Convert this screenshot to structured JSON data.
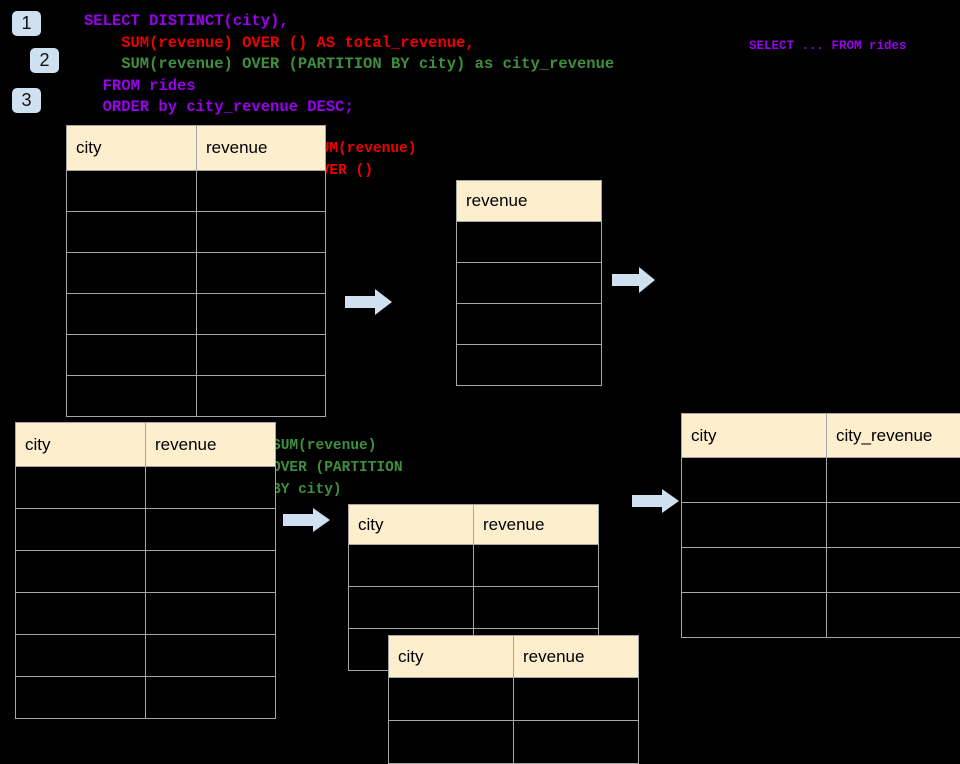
{
  "background_color": "#000000",
  "palette": {
    "badge_bg": "#cfe0f0",
    "badge_text": "#111111",
    "table_header_bg": "#fdeecd",
    "table_border": "#a6a6a6",
    "arrow_fill": "#cfe0f0",
    "sql_purple": "#9900ee",
    "sql_red": "#ee0000",
    "sql_green": "#3f8f3f"
  },
  "badges": [
    {
      "label": "1"
    },
    {
      "label": "2"
    },
    {
      "label": "3"
    }
  ],
  "sql": {
    "line1": "SELECT DISTINCT(city),",
    "line2": "    SUM(revenue) OVER () AS total_revenue,",
    "line3": "    SUM(revenue) OVER (PARTITION BY city) as city_revenue",
    "line4": "  FROM rides",
    "line5": "  ORDER by city_revenue DESC;",
    "side_note": "SELECT ... FROM rides"
  },
  "annotations": {
    "total_revenue": "SUM(revenue)\nOVER ()",
    "partition_by_city": "SUM(revenue)\nOVER (PARTITION\nBY city)"
  },
  "tables": {
    "rides": {
      "name": "rides",
      "headers": [
        "city",
        "revenue"
      ],
      "row_count": 6,
      "rows": [
        [
          "",
          ""
        ],
        [
          "",
          ""
        ],
        [
          "",
          ""
        ],
        [
          "",
          ""
        ],
        [
          "",
          ""
        ],
        [
          "",
          ""
        ]
      ]
    },
    "total_revenue": {
      "name": "total_revenue",
      "headers": [
        "revenue"
      ],
      "row_count": 4,
      "rows": [
        [
          ""
        ],
        [
          ""
        ],
        [
          ""
        ],
        [
          ""
        ]
      ]
    },
    "rides_2": {
      "name": "rides",
      "headers": [
        "city",
        "revenue"
      ],
      "row_count": 6,
      "rows": [
        [
          "",
          ""
        ],
        [
          "",
          ""
        ],
        [
          "",
          ""
        ],
        [
          "",
          ""
        ],
        [
          "",
          ""
        ],
        [
          "",
          ""
        ]
      ]
    },
    "partition_back": {
      "name": "partition-back",
      "headers": [
        "city",
        "revenue"
      ],
      "row_count": 3,
      "rows": [
        [
          "",
          ""
        ],
        [
          "",
          ""
        ],
        [
          "",
          ""
        ]
      ]
    },
    "partition_front": {
      "name": "partition-front",
      "headers": [
        "city",
        "revenue"
      ],
      "row_count": 2,
      "rows": [
        [
          "",
          ""
        ],
        [
          "",
          ""
        ]
      ]
    },
    "result": {
      "name": "result",
      "headers": [
        "city",
        "city_revenue"
      ],
      "row_count": 4,
      "rows": [
        [
          "",
          ""
        ],
        [
          "",
          ""
        ],
        [
          "",
          ""
        ],
        [
          "",
          ""
        ]
      ]
    }
  },
  "arrows": [
    {
      "name": "arrow-rides-to-total"
    },
    {
      "name": "arrow-total-to-result"
    },
    {
      "name": "arrow-rides2-to-partition"
    },
    {
      "name": "arrow-partition-to-result"
    }
  ]
}
